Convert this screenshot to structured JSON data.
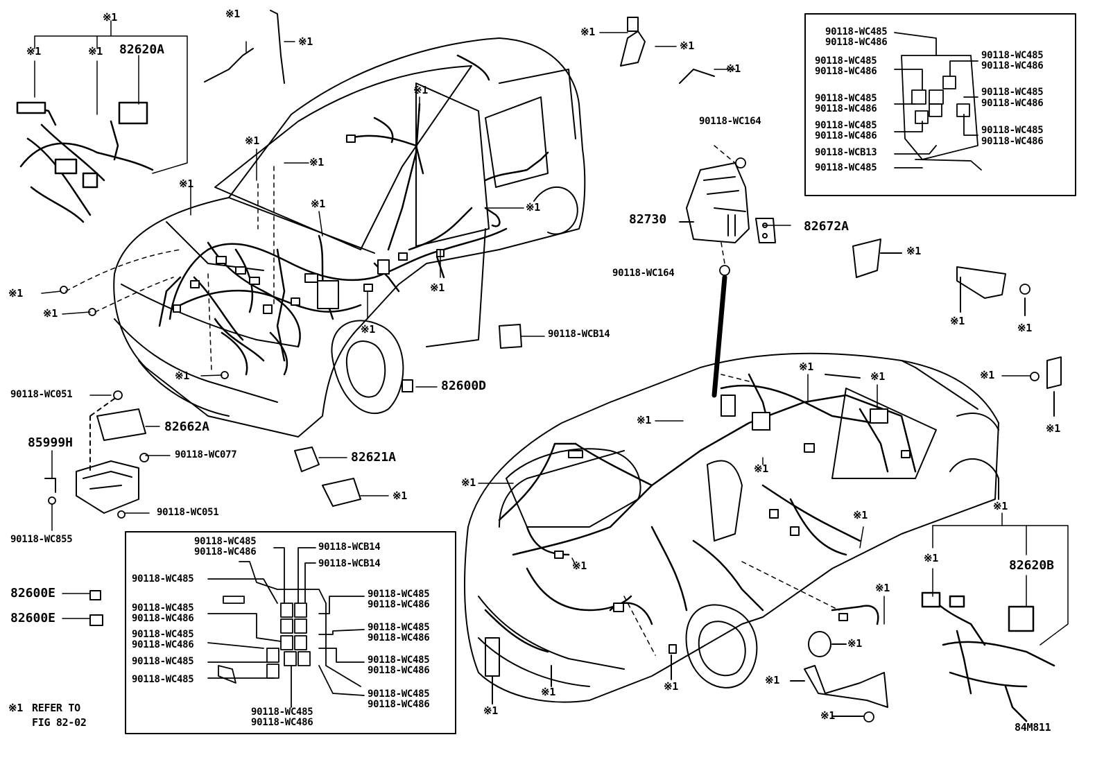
{
  "ref_mark": "※1",
  "parts": {
    "p82620A": "82620A",
    "p82620B": "82620B",
    "p82730": "82730",
    "p82672A": "82672A",
    "p82662A": "82662A",
    "p82621A": "82621A",
    "p82600D": "82600D",
    "p82600E": "82600E",
    "p85999H": "85999H"
  },
  "codes": {
    "wc164": "90118-WC164",
    "wcb14": "90118-WCB14",
    "wc051": "90118-WC051",
    "wc077": "90118-WC077",
    "wc855": "90118-WC855",
    "wc485": "90118-WC485",
    "wc486": "90118-WC486",
    "wcb13": "90118-WCB13"
  },
  "note": {
    "line1": "REFER TO",
    "line2": "FIG 82-02"
  },
  "figure_id": "84M811"
}
